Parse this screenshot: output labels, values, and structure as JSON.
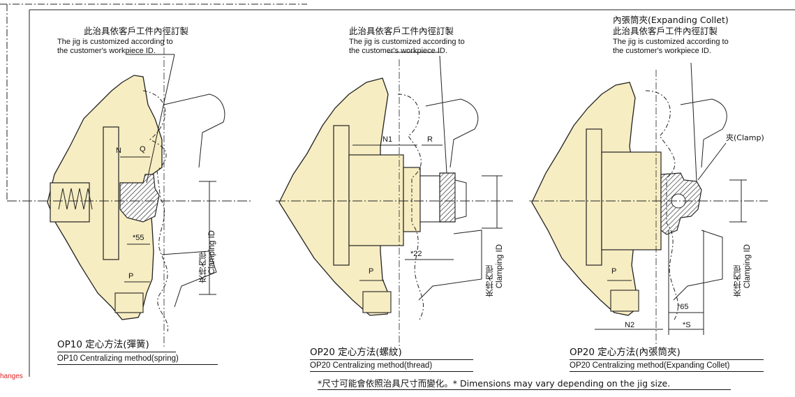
{
  "colors": {
    "fixture_fill": "#f7edc2",
    "line": "#111111",
    "hatch": "#333333",
    "note_red": "#dd2222"
  },
  "side_note": "hanges",
  "panels": [
    {
      "id": "op10",
      "note_zh": "此治具依客戶工件內徑訂製",
      "note_en_1": "The jig is customized according to",
      "note_en_2": "the customer's workpiece ID.",
      "caption_zh": "OP10 定心方法(彈簧)",
      "caption_en": "OP10 Centralizing method(spring)",
      "dims": {
        "n": "N",
        "q": "Q",
        "p": "P",
        "d55": "*55"
      },
      "clamp_zh": "夾持內徑",
      "clamp_en": "Clamping ID"
    },
    {
      "id": "op20-thread",
      "note_zh": "此治具依客戶工件內徑訂製",
      "note_en_1": "The jig is customized according to",
      "note_en_2": "the customer's workpiece ID.",
      "caption_zh": "OP20 定心方法(螺紋)",
      "caption_en": "OP20 Centralizing method(thread)",
      "dims": {
        "n1": "N1",
        "r": "R",
        "p": "P",
        "d22": "*22"
      },
      "clamp_zh": "夾持內徑",
      "clamp_en": "Clamping ID"
    },
    {
      "id": "op20-collet",
      "note_zh0": "內張筒夾(Expanding Collet)",
      "note_zh": "此治具依客戶工件內徑訂製",
      "note_en_1": "The jig is customized according to",
      "note_en_2": "the customer's workpiece ID.",
      "caption_zh": "OP20 定心方法(內張筒夾)",
      "caption_en": "OP20 Centralizing method(Expanding Collet)",
      "dims": {
        "clamp_label": "夾(Clamp)",
        "p": "P",
        "d65": "*65",
        "n2": "N2",
        "s": "*S"
      },
      "clamp_zh": "夾持內徑",
      "clamp_en": "Clamping ID"
    }
  ],
  "footnote": "*尺寸可能會依照治具尺寸而變化。* Dimensions may vary depending on the jig size."
}
